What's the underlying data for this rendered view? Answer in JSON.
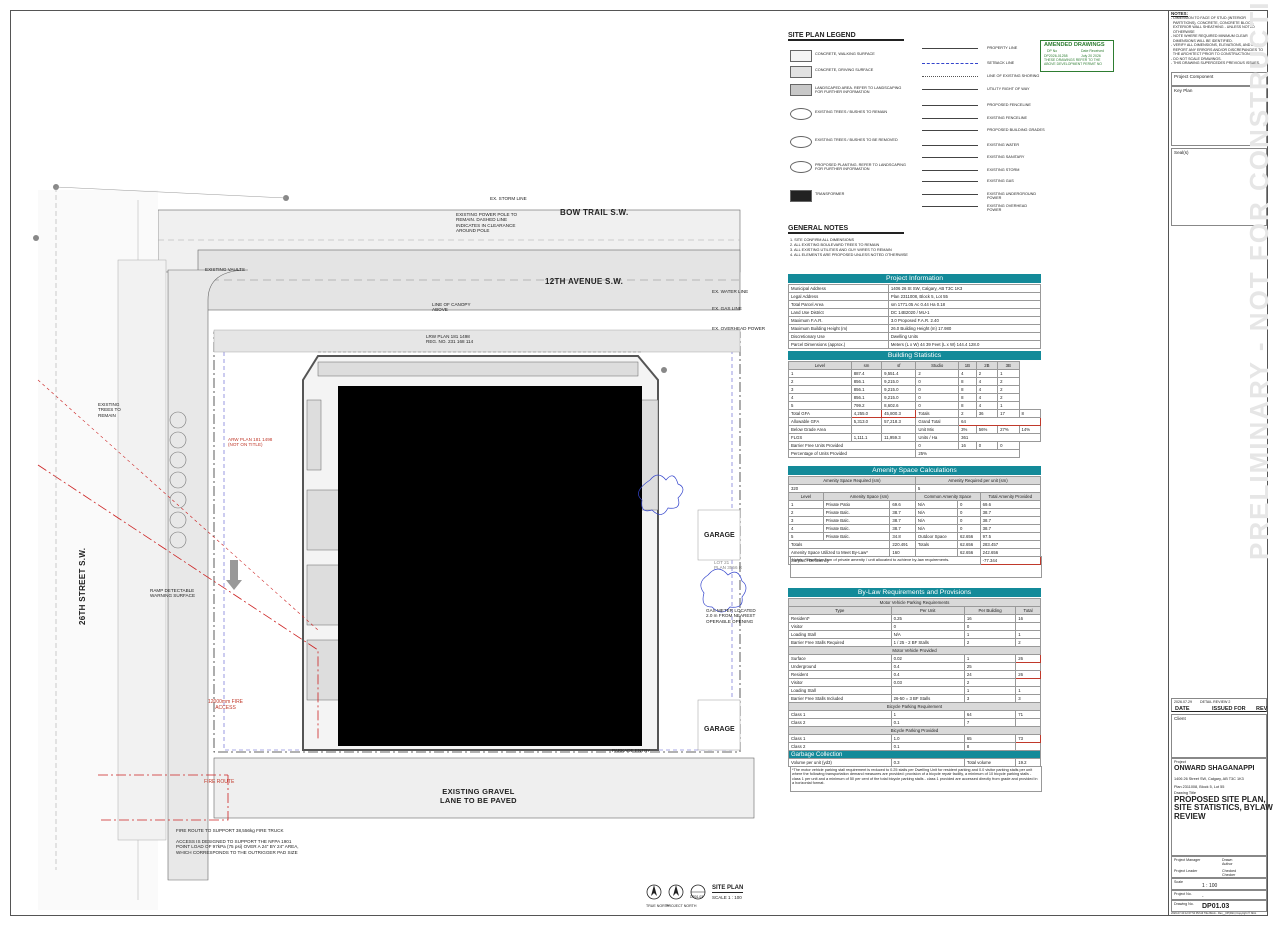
{
  "plan": {
    "roads": {
      "bow_trail": "BOW TRAIL S.W.",
      "avenue": "12TH AVENUE S.W.",
      "street": "26TH STREET S.W.",
      "lane": "EXISTING GRAVEL\nLANE TO BE PAVED"
    },
    "labels": {
      "storm": "EX. STORM LINE",
      "water": "EX. WATER LINE",
      "gas": "EX. GAS LINE",
      "overhead": "EX. OVERHEAD POWER",
      "lrw": "LRW PLAN 181 1498\nREG. NO. 231 168 114",
      "arw": "ARW PLAN 181 1498\n(NOT ON TITLE)",
      "garage1": "GARAGE",
      "garage2": "GARAGE",
      "lot": "LOT 21\nPLAN 3556 R",
      "fire_route": "FIRE ROUTE",
      "fire_access": "12000mm FIRE\nACCESS",
      "parkade": "PARKADE ENTRY",
      "gas_meter": "GAS METER LOCATED\n2.0 m FROM NEAREST\nOPERABLE OPENING",
      "fire_truck": "FIRE ROUTE TO SUPPORT 38,556kg FIRE TRUCK",
      "access": "ACCESS IS DESIGNED TO SUPPORT THE NFPA 1901\nPOINT LOAD OF 97kPa (75 psi) OVER A 24\" BY 24\" AREA,\nWHICH CORRESPONDS TO THE OUTRIGGER PAD SIZE",
      "canopy": "LINE OF CANOPY\nABOVE",
      "power_pole": "EXISTING POWER POLE TO\nREMAIN. DASHED LINE\nINDICATES IN CLEARANCE\nAROUND POLE",
      "trees": "EXISTING\nTREES TO\nREMAIN",
      "ramp": "RAMP DETECTABLE\nWARNING SURFACE",
      "stair": "EXISTING VAULTS"
    },
    "north": {
      "true_north": "TRUE NORTH",
      "project_north": "PROJECT NORTH"
    },
    "title": {
      "name": "SITE PLAN",
      "scale": "SCALE   1 : 100",
      "ref": "DP01.03"
    }
  },
  "legend": {
    "title": "SITE PLAN LEGEND",
    "left": [
      "CONCRETE, WALKING SURFACE",
      "CONCRETE, DRIVING SURFACE",
      "LANDSCAPED AREA. REFER TO LANDSCAPING\nFOR FURTHER INFORMATION",
      "EXISTING TREES / BUSHES TO REMAIN",
      "EXISTING TREES / BUSHES TO BE REMOVED",
      "PROPOSED PLANTING. REFER TO LANDSCAPING\nFOR FURTHER INFORMATION",
      "TRANSFORMER"
    ],
    "right": [
      "PROPERTY LINE",
      "SETBACK LINE",
      "LINE OF EXISTING SHORING",
      "UTILITY RIGHT OF WAY",
      "PROPOSED FENCELINE",
      "EXISTING FENCELINE",
      "PROPOSED BUILDING GRADES",
      "EXISTING WATER",
      "EXISTING SANITARY",
      "EXISTING STORM",
      "EXISTING GAS",
      "EXISTING UNDERGROUND\nPOWER",
      "EXISTING OVERHEAD\nPOWER"
    ]
  },
  "amended": {
    "title": "AMENDED DRAWINGS",
    "dp_no_label": "DP No",
    "dp_no": "DP2026-01258",
    "date_label": "Date Received",
    "date": "July 20 2026",
    "note": "THESE DRAWINGS REFER TO THE\nABOVE DEVELOPMENT PERMIT NO"
  },
  "general_notes": {
    "title": "GENERAL NOTES",
    "items": [
      "1. SITE CONFIRM ALL DIMENSIONS",
      "2. ALL EXISTING BOULEVARD TREES TO REMAIN",
      "3. ALL EXISTING UTILITIES AND GUY WIRES TO REMAIN",
      "4. ALL ELEMENTS ARE PROPOSED UNLESS NOTED OTHERWISE"
    ]
  },
  "project_info": {
    "title": "Project Information",
    "rows": [
      [
        "Municipal Address",
        "1406 26 St SW, Calgary, AB T3C 1K3"
      ],
      [
        "Legal Address",
        "Plan 2311008, Block 5, Lot 55"
      ],
      [
        "Total Parcel Area",
        "sm   1771.05       Ac   0.44       Ha   0.18"
      ],
      [
        "Land Use District",
        "DC 14B2020 / MU-1"
      ],
      [
        "Maximum F.A.R.",
        "3.0          Proposed F.A.R.   2.40"
      ],
      [
        "Maximum Building Height (m)",
        "26.0          Building Height (m)   17.980"
      ],
      [
        "Discretionary Use",
        "Dwelling Units"
      ],
      [
        "Parcel Dimensions (approx.)",
        "Meters (L x W)   44   39    Feet (L x W)   144.4   128.0"
      ]
    ]
  },
  "building_stats": {
    "title": "Building Statistics",
    "head": [
      "Level",
      "sm",
      "sf",
      "Studio",
      "1B",
      "2B",
      "3B"
    ],
    "rows": [
      [
        "1",
        "887.4",
        "9,551.4",
        "2",
        "4",
        "2",
        "1"
      ],
      [
        "2",
        "856.1",
        "9,215.0",
        "0",
        "8",
        "4",
        "2"
      ],
      [
        "3",
        "856.1",
        "9,215.0",
        "0",
        "8",
        "4",
        "2"
      ],
      [
        "4",
        "856.1",
        "9,215.0",
        "0",
        "8",
        "4",
        "2"
      ],
      [
        "5",
        "799.2",
        "8,602.6",
        "0",
        "8",
        "4",
        "1"
      ]
    ],
    "total_gfa": [
      "Total GFA",
      "4,255.0",
      "45,800.3",
      "Totals",
      "2",
      "36",
      "17",
      "8"
    ],
    "allowable": [
      "Allowable GFA",
      "5,313.0",
      "57,218.3",
      "Grand Total",
      "64"
    ],
    "below": [
      "Below Grade Area",
      "",
      "",
      "Unit Mix",
      "3%",
      "56%",
      "27%",
      "14%"
    ],
    "fsg": [
      "FLGS",
      "1,111.1",
      "11,959.3",
      "Units / Ha",
      "361"
    ],
    "barrier": [
      "Barrier Free Units Provided",
      "0",
      "16",
      "0",
      "0"
    ],
    "pct": [
      "Percentage of Units Provided",
      "25%"
    ]
  },
  "amenity": {
    "title": "Amenity Space Calculations",
    "req_head": [
      "Amenity Space Required (sm)",
      "Amenity Required per unit (sm)"
    ],
    "req_vals": [
      "320",
      "5"
    ],
    "head": [
      "Level",
      "Amenity Space (sm)",
      "Common Amenity Space",
      "Total Amenity Provided"
    ],
    "rows": [
      [
        "1",
        "Private Patio",
        "69.6",
        "N/A",
        "0",
        "69.6"
      ],
      [
        "2",
        "Private Balc.",
        "38.7",
        "N/A",
        "0",
        "38.7"
      ],
      [
        "3",
        "Private Balc.",
        "38.7",
        "N/A",
        "0",
        "38.7"
      ],
      [
        "4",
        "Private Balc.",
        "38.7",
        "N/A",
        "0",
        "38.7"
      ],
      [
        "5",
        "Private Balc.",
        "34.8",
        "Outdoor Space",
        "62.656",
        "97.5"
      ]
    ],
    "totals": [
      "Totals",
      "220.491",
      "Totals",
      "62.656",
      "283.457"
    ],
    "utilized": [
      "Amenity Space Utilized to Meet By-Law*",
      "160",
      "",
      "62.656",
      "242.656"
    ],
    "surplus": [
      "Surplus / Deficiency",
      "-77.344"
    ],
    "note": "Notes: *Maximum 5sm of private amenity / unit allocated to achieve by-law requirements."
  },
  "bylaw": {
    "title": "By-Law Requirements and Provisions",
    "motor_req": "Motor Vehicle Parking Requirements",
    "req_head": [
      "Type",
      "Per Unit",
      "Per Building",
      "Total"
    ],
    "req_rows": [
      [
        "Resident*",
        "0.25",
        "16",
        "16"
      ],
      [
        "Visitor",
        "0",
        "0",
        ""
      ],
      [
        "Loading Stall",
        "N/A",
        "1",
        "1"
      ],
      [
        "Barrier Free Stalls Required",
        "1 / 25 - 2 BF Stalls",
        "2",
        "2"
      ]
    ],
    "motor_prov": "Motor Vehicle Provided",
    "prov_rows": [
      [
        "Surface",
        "0.02",
        "1",
        "26"
      ],
      [
        "Underground",
        "0.4",
        "25",
        ""
      ],
      [
        "Resident",
        "0.4",
        "24",
        "26"
      ],
      [
        "Visitor",
        "0.03",
        "2",
        ""
      ],
      [
        "Loading Stall",
        "",
        "1",
        "1"
      ],
      [
        "Barrier Free Stalls Included",
        "26-50 = 3 BF Stalls",
        "3",
        "3"
      ]
    ],
    "bike_req": "Bicycle Parking Requirement",
    "bike_req_rows": [
      [
        "Class 1",
        "1",
        "64",
        "71"
      ],
      [
        "Class 2",
        "0.1",
        "7",
        ""
      ]
    ],
    "bike_prov": "Bicycle Parking Provided",
    "bike_prov_rows": [
      [
        "Class 1",
        "1.0",
        "65",
        "73"
      ],
      [
        "Class 2",
        "0.1",
        "8",
        ""
      ]
    ],
    "garbage": "Garbage Collection",
    "garbage_row": [
      "Volume per unit (yd3)",
      "0.3",
      "Total volume",
      "19.2"
    ],
    "note": "*The motor vehicle parking stall requirement is reduced to 0.25 stalls per Dwelling Unit for resident parking and 0.0 visitor parking stalls per unit where the following transportation demand measures are provided: provision of a bicycle repair facility, a minimum of 10 bicycle parking stalls - class 1 per unit and a minimum of 50 per cent of the total bicycle parking stalls - class 1 provided are accessed directly from grade and provided in a horizontal format."
  },
  "title_block": {
    "notes_title": "NOTES:",
    "notes": [
      "- DIMENSION TO FACE OF STUD (INTERIOR",
      "  PARTITIONS), CONCRETE, CONCRETE BLOCK,",
      "  EXTERIOR WALL SHEATHING - UNLESS NOTED",
      "  OTHERWISE",
      "- NOTE WHERE REQUIRED MINIMUM CLEAR",
      "  DIMENSIONS WILL BE IDENTIFIED.",
      "- VERIFY ALL DIMENSIONS, ELEVATIONS, AND DATUM.",
      "  REPORT ANY ERRORS AND/OR DISCREPANCIES TO",
      "  THE ARCHITECT PRIOR TO CONSTRUCTION.",
      "- DO NOT SCALE DRAWINGS.",
      "- THIS DRAWING SUPERCEDES PREVIOUS ISSUES."
    ],
    "project_component": "Project Component",
    "key_plan": "Key Plan",
    "seal": "Seal(s)",
    "rev_date": "2026.07.29",
    "rev_desc": "DETAIL REVIEW 2",
    "date_h": "DATE",
    "issued_h": "ISSUED FOR",
    "rev_h": "REV",
    "client": "Client",
    "project_label": "Project",
    "project": "ONWARD SHAGANAPPI",
    "address": "1406 26 Street SW, Calgary, AB T3C 1K3",
    "legal": "Plan 2311008, Block 5, Lot 55",
    "drawing_title_label": "Drawing Title",
    "drawing_title": "PROPOSED SITE PLAN,\nSITE STATISTICS, BYLAW\nREVIEW",
    "pm_label": "Project Manager",
    "pm": "Drawn\nAuthor",
    "pl_label": "Project Leader",
    "pl": "Checked\nChecker",
    "scale_label": "Scale",
    "scale": "1 : 100",
    "projno_label": "Project No.",
    "projno": "-",
    "drawno_label": "Drawing No.",
    "drawno": "DP01.03",
    "footer": "2026-07-30 12:07:54 PM     All Title Block - Rev__DP(R2n) Copyright ® Nitro",
    "watermark": "PRELIMINARY - NOT FOR CONSTRUCTION"
  }
}
